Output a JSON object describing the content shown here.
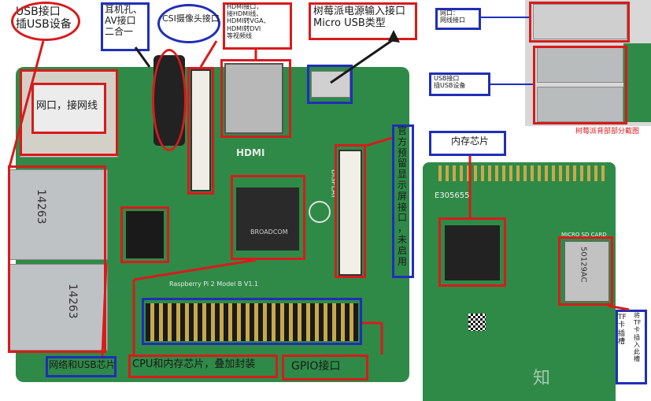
{
  "labels": {
    "usb_port": "USB接口\n插USB设备",
    "audio_av": "耳机孔、\nAV接口\n二合一",
    "csi": "CSI摄像头接口",
    "hdmi": "HDMI接口，\n接HDMI线、\nHDMI转VGA、\nHDMI转DVI\n等视频线",
    "power": "树莓派电源输入接口\nMicro USB类型",
    "ethernet": "网口，接网线",
    "display": "官\n方\n预\n留\n显\n示\n屏\n接\n口\n，\n未\n启\n用",
    "network_usb_chip": "网络和USB芯片",
    "cpu_memory": "CPU和内存芯片，叠加封装",
    "gpio": "GPIO接口",
    "right_ethernet": "网口：\n网线接口",
    "right_usb": "USB接口\n插USB设备",
    "back_caption": "树莓派背部部分截图",
    "memory_chip": "内存芯片",
    "tf_slot": "TF\n卡\n插\n槽",
    "tf_insert": "将\nTF\n卡\n插\n入\n此\n槽"
  },
  "board_text": {
    "hdmi_silk": "HDMI",
    "display_silk": "DISPLAY",
    "broadcom": "BROADCOM",
    "usb_mark": "14263",
    "rpi_model": "Raspberry Pi 2 Model B V1.1",
    "back_code": "E305655",
    "sd_card": "MICRO SD CARD",
    "sd_code": "50129AC",
    "watermark": "知"
  },
  "colors": {
    "label_red": "#d81b1b",
    "label_blue": "#1f2fb8",
    "board_green": "#2f8a47"
  }
}
